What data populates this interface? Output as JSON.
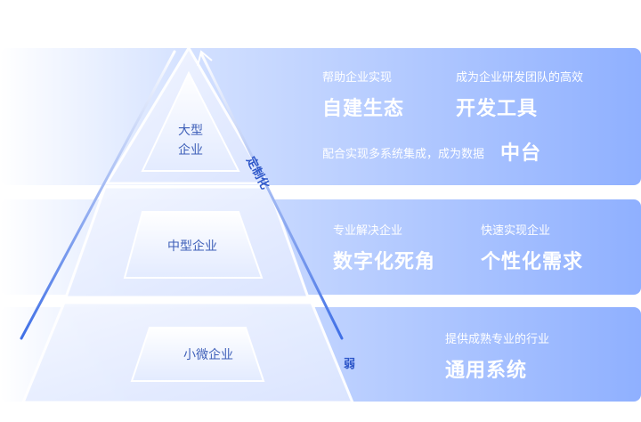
{
  "top_tier": {
    "left_caption": "帮助企业实现",
    "left_title": "自建生态",
    "right_caption": "成为企业研发团队的高效",
    "right_title": "开发工具",
    "bottom_caption": "配合实现多系统集成，成为数据",
    "bottom_title": "中台"
  },
  "middle_tier": {
    "left_caption": "专业解决企业",
    "left_title": "数字化死角",
    "right_caption": "快速实现企业",
    "right_title": "个性化需求"
  },
  "bottom_tier": {
    "caption": "提供成熟专业的行业",
    "title": "通用系统"
  },
  "pyramid": {
    "top_label_line1": "大型",
    "top_label_line2": "企业",
    "middle_label": "中型企业",
    "bottom_label": "小微企业"
  },
  "axis": {
    "strong_label": "定制化",
    "weak_label": "弱"
  },
  "colors": {
    "band_end": "#8fb0ff",
    "axis": "#3f6fe6"
  }
}
